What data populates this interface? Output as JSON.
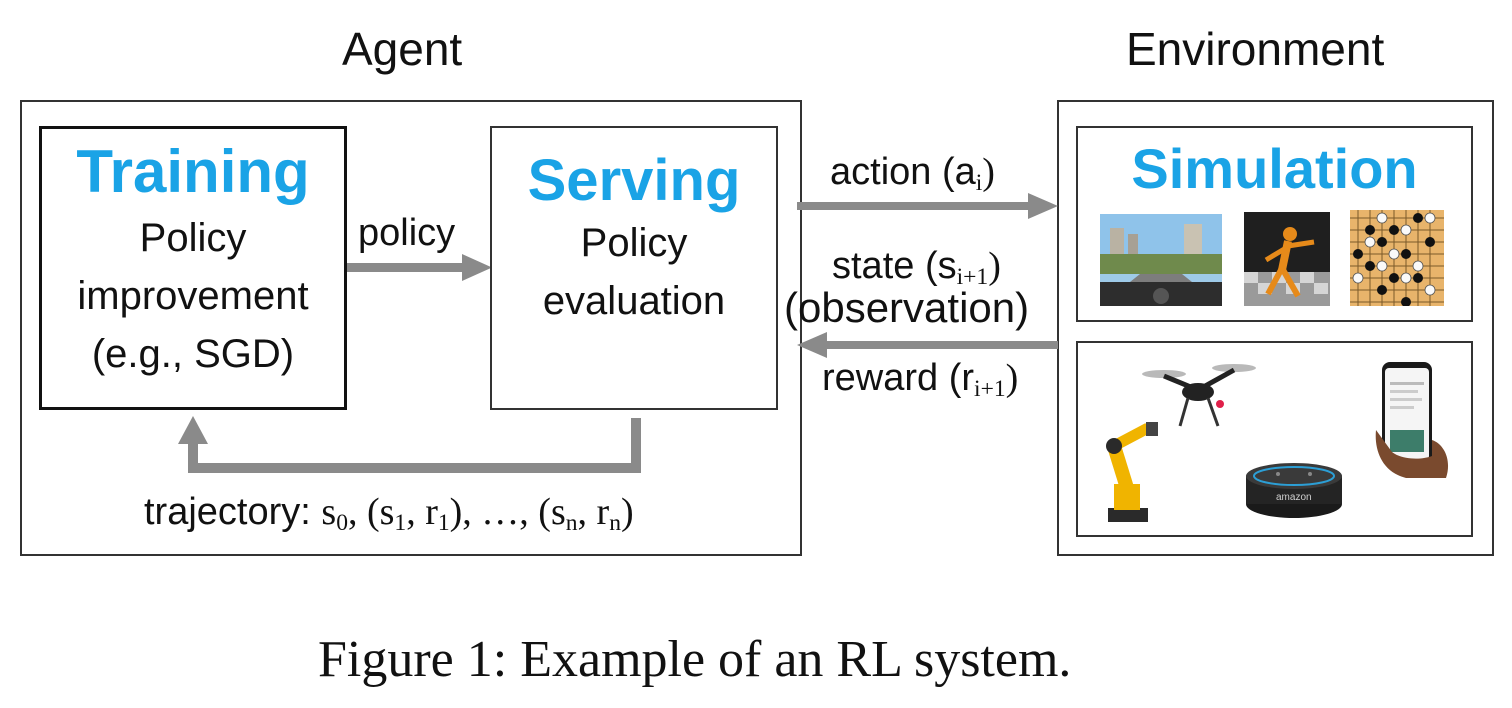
{
  "agent": {
    "title": "Agent",
    "training": {
      "title": "Training",
      "lines": [
        "Policy",
        "improvement",
        "(e.g., SGD)"
      ]
    },
    "serving": {
      "title": "Serving",
      "lines": [
        "Policy",
        "evaluation"
      ]
    },
    "policy_label": "policy",
    "trajectory": {
      "prefix": "trajectory: ",
      "formula": [
        "s",
        "0",
        ", (s",
        "1",
        ", r",
        "1",
        "), …, (s",
        "n",
        ", r",
        "n",
        ")"
      ]
    }
  },
  "environment": {
    "title": "Environment",
    "simulation_title": "Simulation",
    "images": [
      "driving-sim-thumbnail",
      "humanoid-sim-thumbnail",
      "go-board-thumbnail"
    ],
    "devices": [
      "robot-arm-image",
      "drone-image",
      "smart-speaker-image",
      "smartphone-image"
    ],
    "speaker_brand": "amazon"
  },
  "arrows": {
    "action": {
      "word": "action (a",
      "sub": "i",
      "end": ")"
    },
    "state": {
      "word": "state (s",
      "sub": "i+1",
      "end": ")"
    },
    "observation": "(observation)",
    "reward": {
      "word": "reward (r",
      "sub": "i+1",
      "end": ")"
    }
  },
  "caption": {
    "figure": "Figure 1:",
    "text": "Example of an RL system."
  },
  "colors": {
    "accent": "#1aa3e6",
    "arrow": "#8a8a8a",
    "border": "#333333"
  }
}
